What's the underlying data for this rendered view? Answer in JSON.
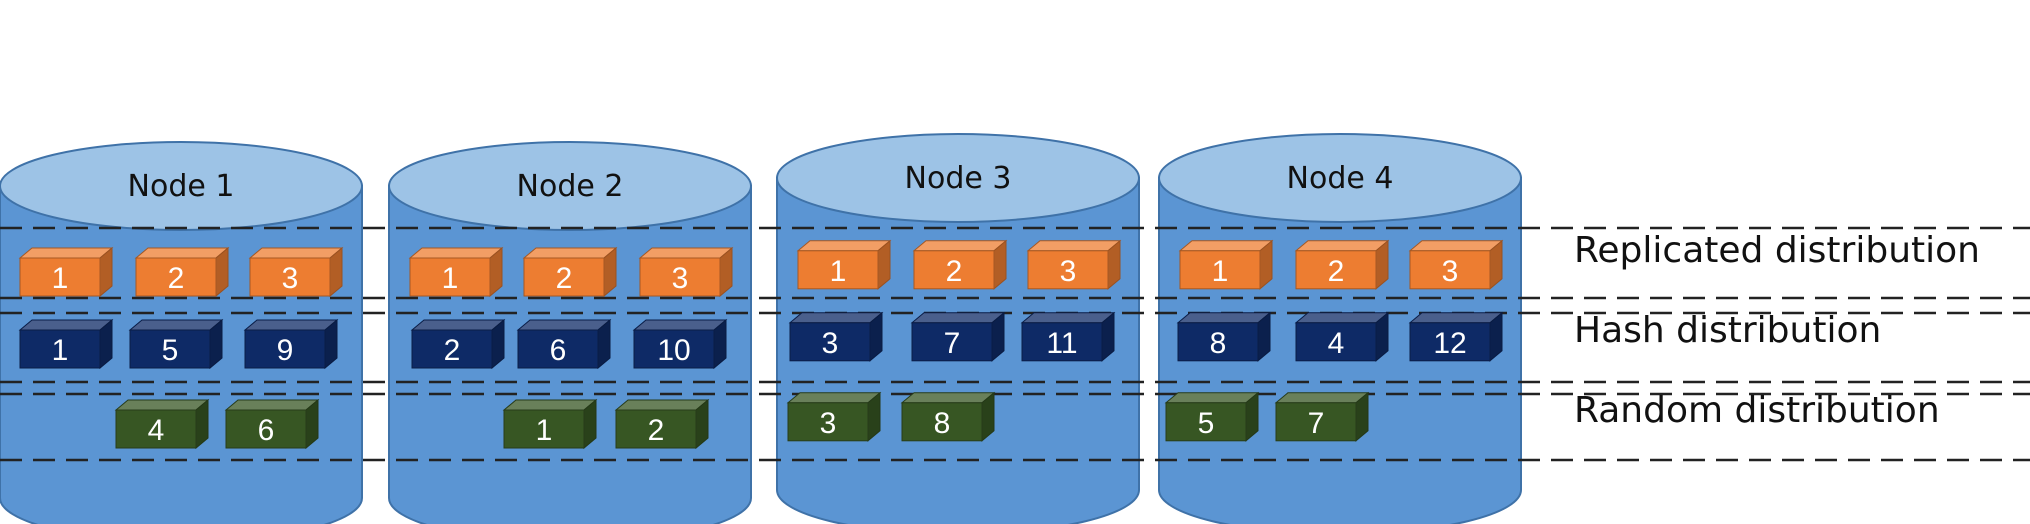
{
  "colors": {
    "cylinder_body": "#5b95d3",
    "cylinder_top": "#9dc3e6",
    "cylinder_stroke": "#3f72a8",
    "replicated": "#ed7d31",
    "hash": "#0e2a66",
    "random": "#375623",
    "divider": "#222222"
  },
  "nodes": [
    {
      "label": "Node 1",
      "replicated": [
        "1",
        "2",
        "3"
      ],
      "hash": [
        "1",
        "5",
        "9"
      ],
      "random": [
        "4",
        "6"
      ]
    },
    {
      "label": "Node 2",
      "replicated": [
        "1",
        "2",
        "3"
      ],
      "hash": [
        "2",
        "6",
        "10"
      ],
      "random": [
        "1",
        "2"
      ]
    },
    {
      "label": "Node 3",
      "replicated": [
        "1",
        "2",
        "3"
      ],
      "hash": [
        "3",
        "7",
        "11"
      ],
      "random": [
        "3",
        "8"
      ]
    },
    {
      "label": "Node 4",
      "replicated": [
        "1",
        "2",
        "3"
      ],
      "hash": [
        "8",
        "4",
        "12"
      ],
      "random": [
        "5",
        "7"
      ]
    }
  ],
  "rows": [
    {
      "key": "replicated",
      "label": "Replicated distribution"
    },
    {
      "key": "hash",
      "label": "Hash distribution"
    },
    {
      "key": "random",
      "label": "Random distribution"
    }
  ]
}
